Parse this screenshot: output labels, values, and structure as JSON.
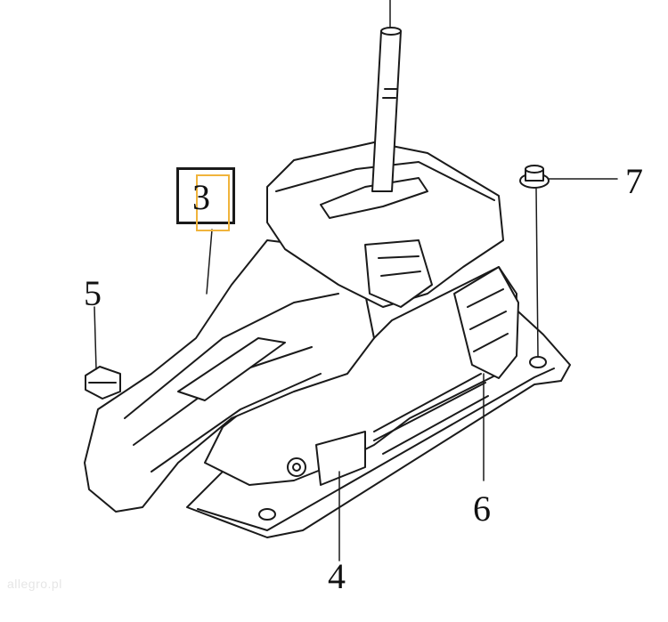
{
  "callouts": {
    "c3": "3",
    "c4": "4",
    "c5": "5",
    "c6": "6",
    "c7": "7"
  },
  "watermark": "allegro.pl",
  "colors": {
    "line": "#1a1a1a",
    "highlight_outer": "#1a1a1a",
    "highlight_inner": "#f0b43c",
    "fill": "#ffffff",
    "shade": "#d9d9d9"
  }
}
